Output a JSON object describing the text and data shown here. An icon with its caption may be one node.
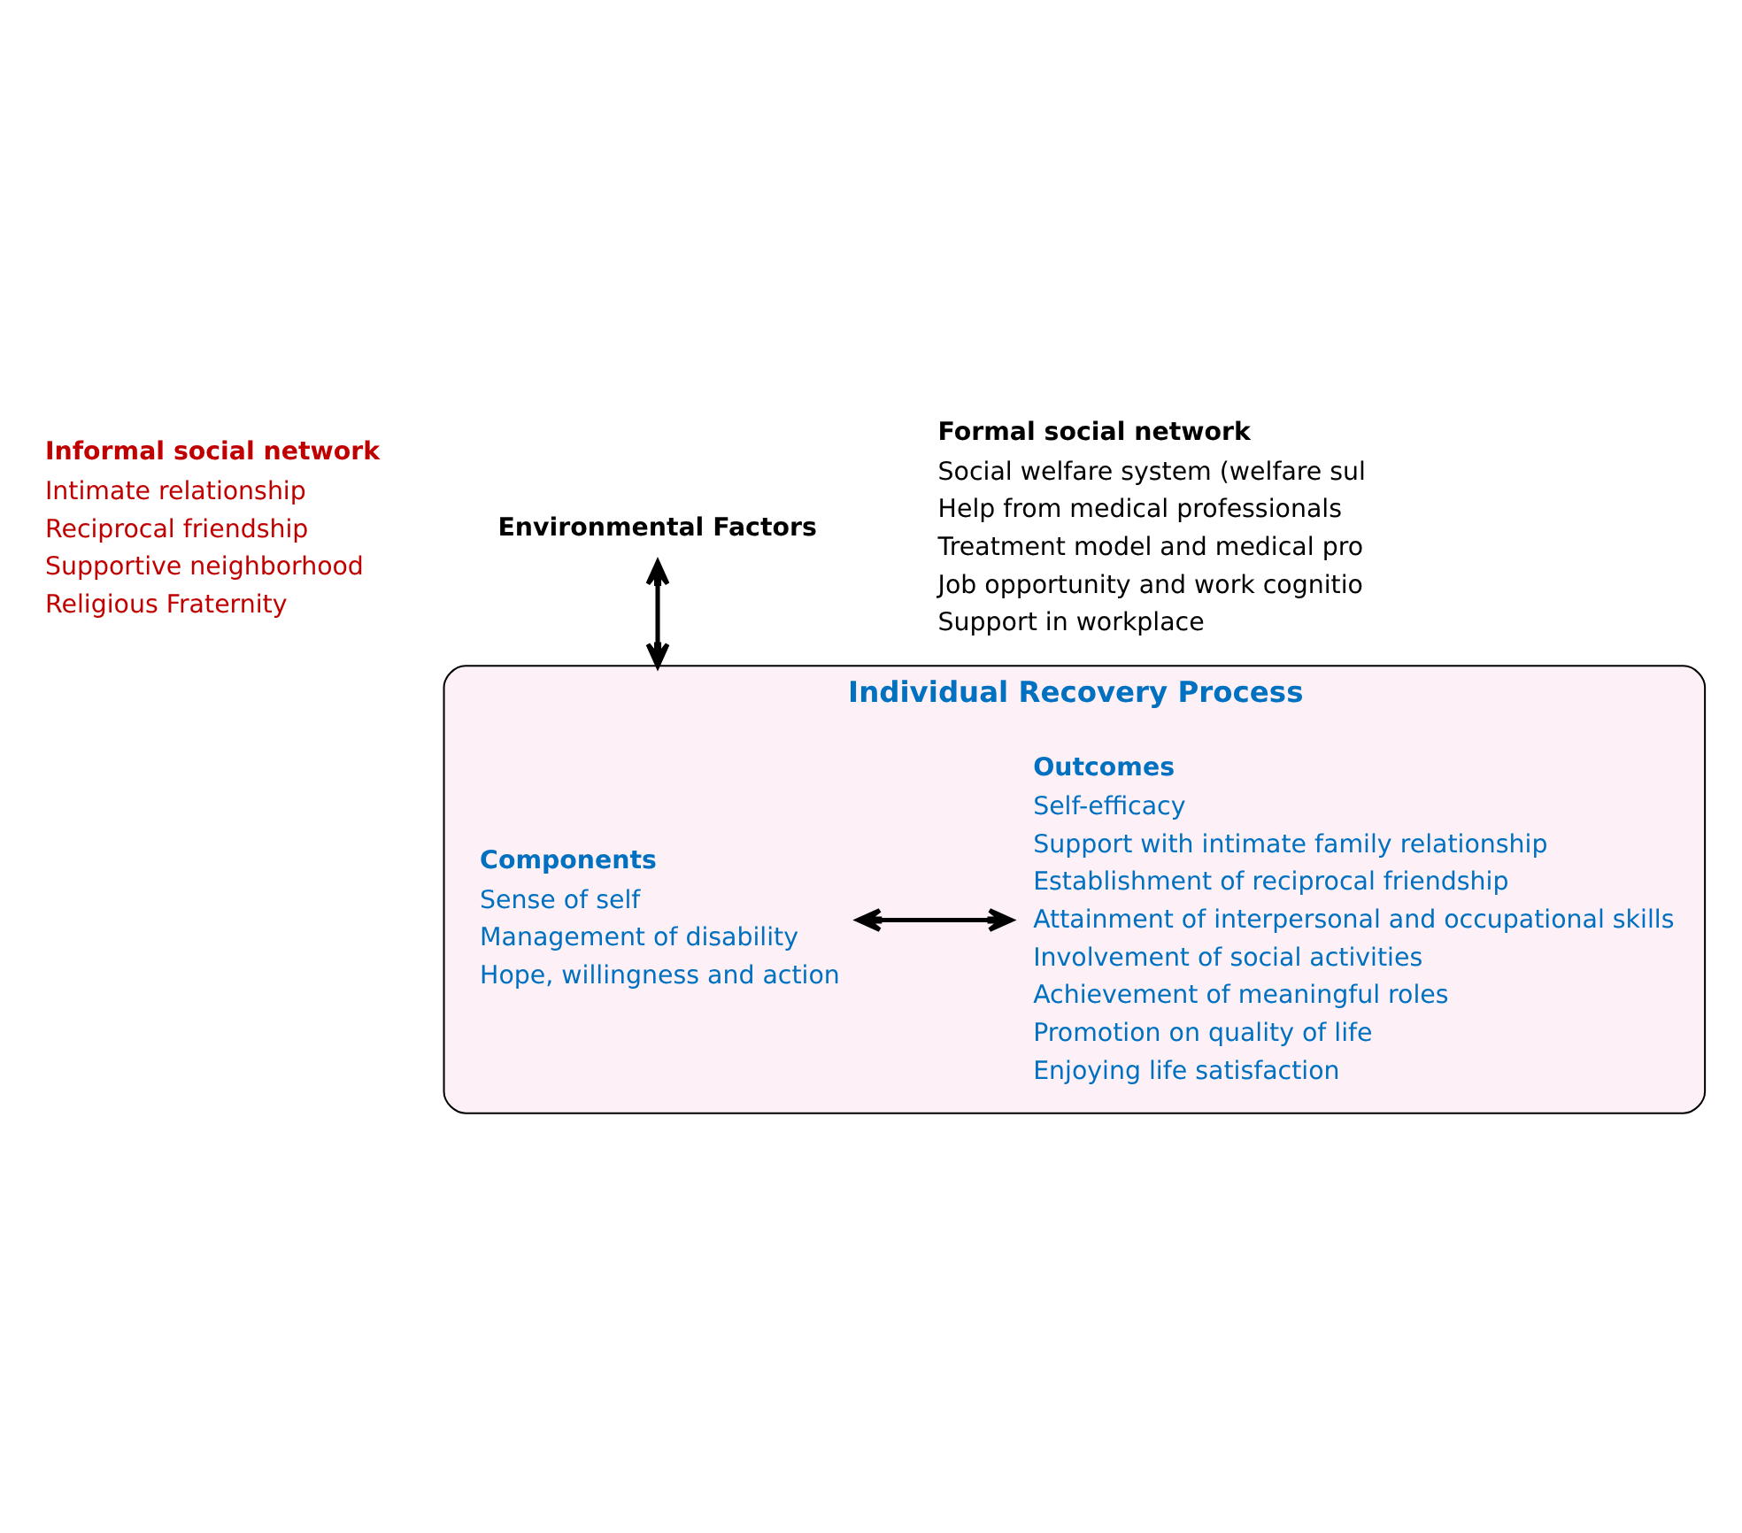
{
  "diagram": {
    "nodes": [
      {
        "text": [
          "Environmental Factors"
        ]
      },
      {
        "text": [
          "Individual Recovery Process"
        ]
      },
      {
        "text": [
          "Components",
          "Sense of self",
          "Management of disability",
          "Hope, willingness and action"
        ],
        "in": 1
      },
      {
        "text": [
          "Outcomes",
          "Self-efficacy",
          "Support with intimate family relationship",
          "Establishment of reciprocal friendship",
          "Attainment of interpersonal and occupational skills",
          "Involvement of social activities",
          "Achievement of meaningful roles",
          "Promotion on quality of life",
          "Enjoying life satisfaction"
        ],
        "in": 1
      }
    ],
    "edges": [
      {
        "from": 0,
        "to": 1,
        "arrow": "both"
      },
      {
        "from": 2,
        "to": 3,
        "arrow": "both"
      }
    ],
    "labels": [
      "Informal social network",
      "Intimate relationship",
      "Reciprocal friendship",
      "Supportive neighborhood",
      "Religious Fraternity",
      "Formal social network",
      "Social welfare system (welfare sul",
      "Help from medical professionals",
      "Treatment model and medical pro",
      "Job opportunity and work cognitio",
      "Support in workplace"
    ]
  }
}
